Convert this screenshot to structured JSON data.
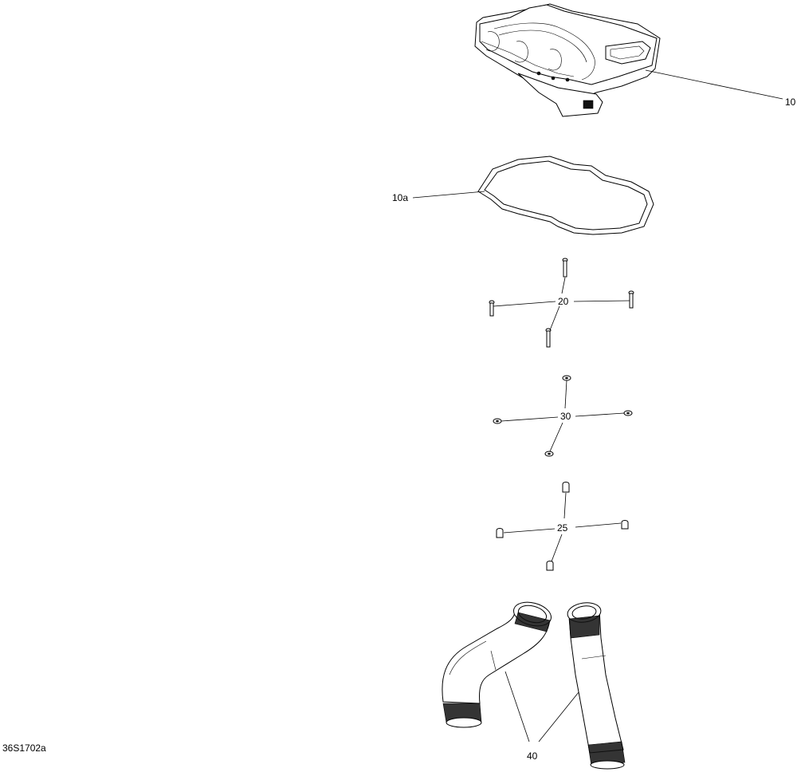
{
  "drawing_id": "36S1702a",
  "callouts": {
    "c10": "10",
    "c10a": "10a",
    "c20": "20",
    "c30": "30",
    "c25": "25",
    "c40": "40"
  }
}
